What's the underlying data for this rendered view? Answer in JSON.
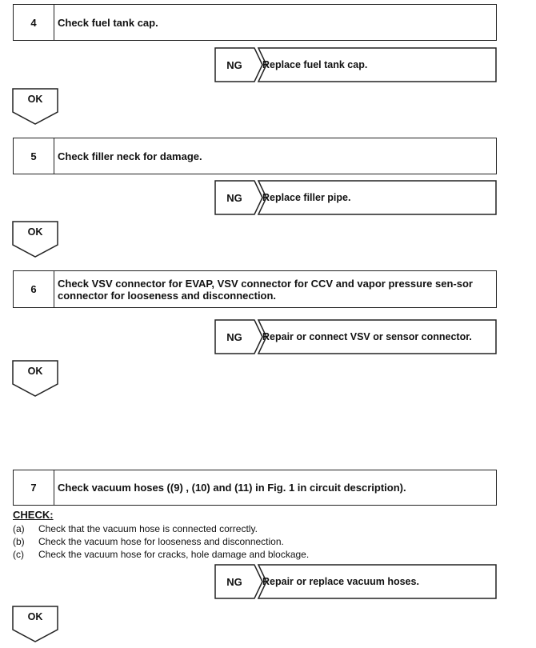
{
  "steps": [
    {
      "num": "4",
      "text": "Check fuel tank cap.",
      "ng": "NG",
      "ng_text": "Replace fuel tank cap.",
      "ok": "OK"
    },
    {
      "num": "5",
      "text": "Check filler neck for damage.",
      "ng": "NG",
      "ng_text": "Replace filler pipe.",
      "ok": "OK"
    },
    {
      "num": "6",
      "text": "Check VSV connector for EVAP, VSV connector for CCV and vapor pressure sen-sor connector for looseness and disconnection.",
      "ng": "NG",
      "ng_text": "Repair or connect VSV or sensor connector.",
      "ok": "OK"
    },
    {
      "num": "7",
      "text": "Check vacuum hoses ((9) , (10) and (11) in Fig. 1 in circuit description).",
      "ng": "NG",
      "ng_text": "Repair or replace vacuum hoses.",
      "ok": "OK"
    }
  ],
  "check": {
    "title": "CHECK:",
    "items": [
      {
        "label": "(a)",
        "text": "Check that the vacuum hose is connected correctly."
      },
      {
        "label": "(b)",
        "text": "Check the vacuum hose for looseness and disconnection."
      },
      {
        "label": "(c)",
        "text": "Check the vacuum hose for cracks, hole damage and blockage."
      }
    ]
  }
}
